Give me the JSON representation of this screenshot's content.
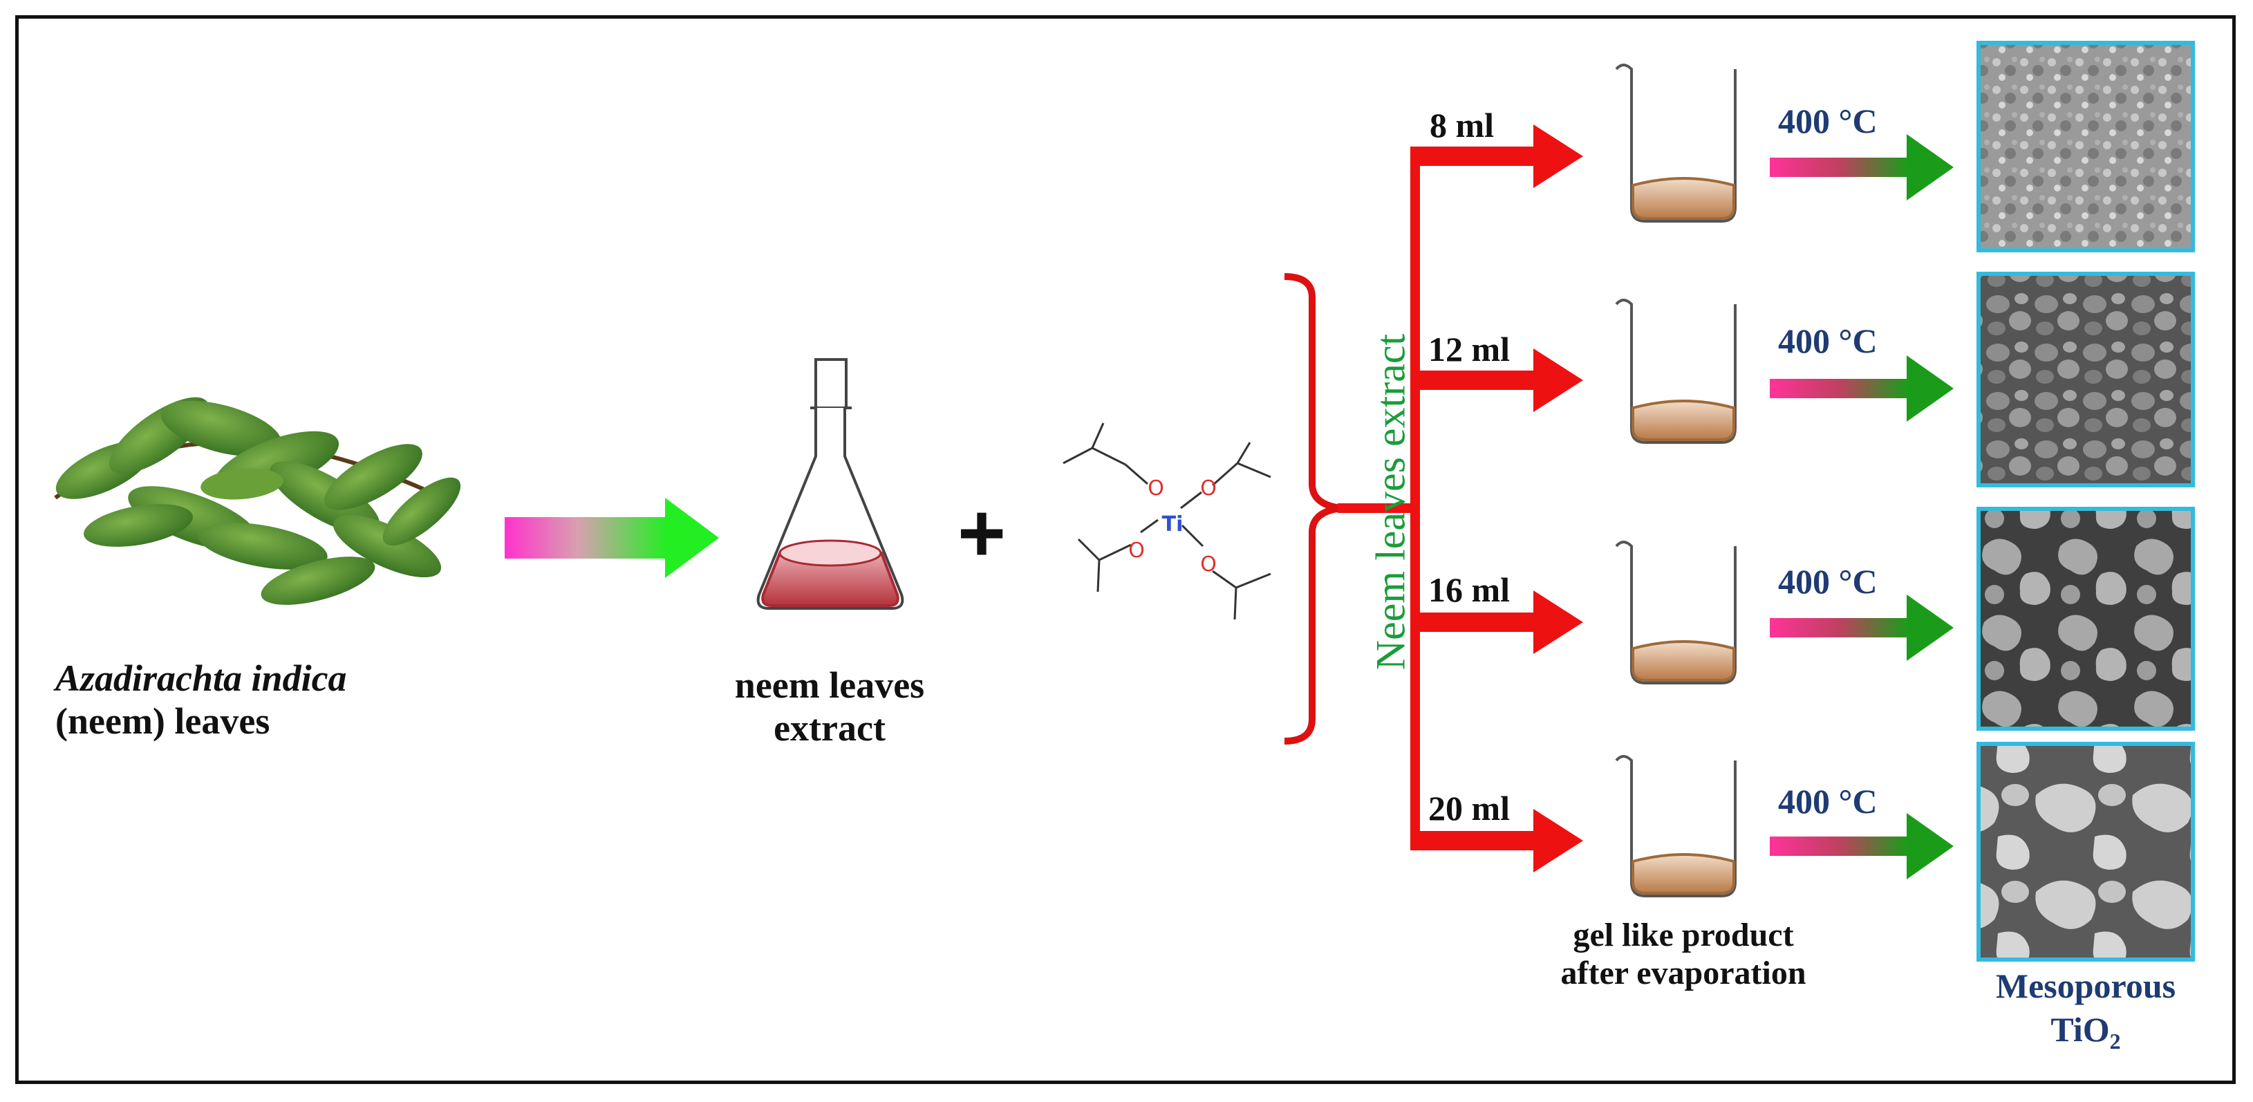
{
  "plant_label": {
    "species": "Azadirachta indica",
    "common": "(neem) leaves"
  },
  "flask_label": {
    "line1": "neem leaves",
    "line2": "extract"
  },
  "plus_sign": "+",
  "precursor": {
    "center_atom": "Ti",
    "oxygen_atom": "O"
  },
  "bracket_label": "Neem leaves extract",
  "branches": [
    {
      "volume": "8 ml",
      "temperature": "400 ",
      "temperature_unit": "°C"
    },
    {
      "volume": "12 ml",
      "temperature": "400 ",
      "temperature_unit": "°C"
    },
    {
      "volume": "16 ml",
      "temperature": "400 ",
      "temperature_unit": "°C"
    },
    {
      "volume": "20 ml",
      "temperature": "400 ",
      "temperature_unit": "°C"
    }
  ],
  "beaker_label": {
    "line1": "gel like product",
    "line2": "after evaporation"
  },
  "product_label": {
    "line1": "Mesoporous",
    "line2_base": "TiO",
    "line2_sub": "2"
  },
  "colors": {
    "red_arrow": "#ee1111",
    "green_arrow": "#1a9c1a",
    "magenta": "#ff33cc",
    "bright_green": "#22ee22",
    "bracket": "#dd1111",
    "temperature_text": "#1f3b73",
    "vertical_label": "#1a9c3a",
    "ti_atom": "#3050d0",
    "oxygen_atom": "#e03030",
    "sem_border": "#33bbdd"
  },
  "icons": [
    "neem-leaves-image",
    "erlenmeyer-flask-icon",
    "titanium-isopropoxide-structure",
    "beaker-icon",
    "sem-micrograph-image"
  ]
}
